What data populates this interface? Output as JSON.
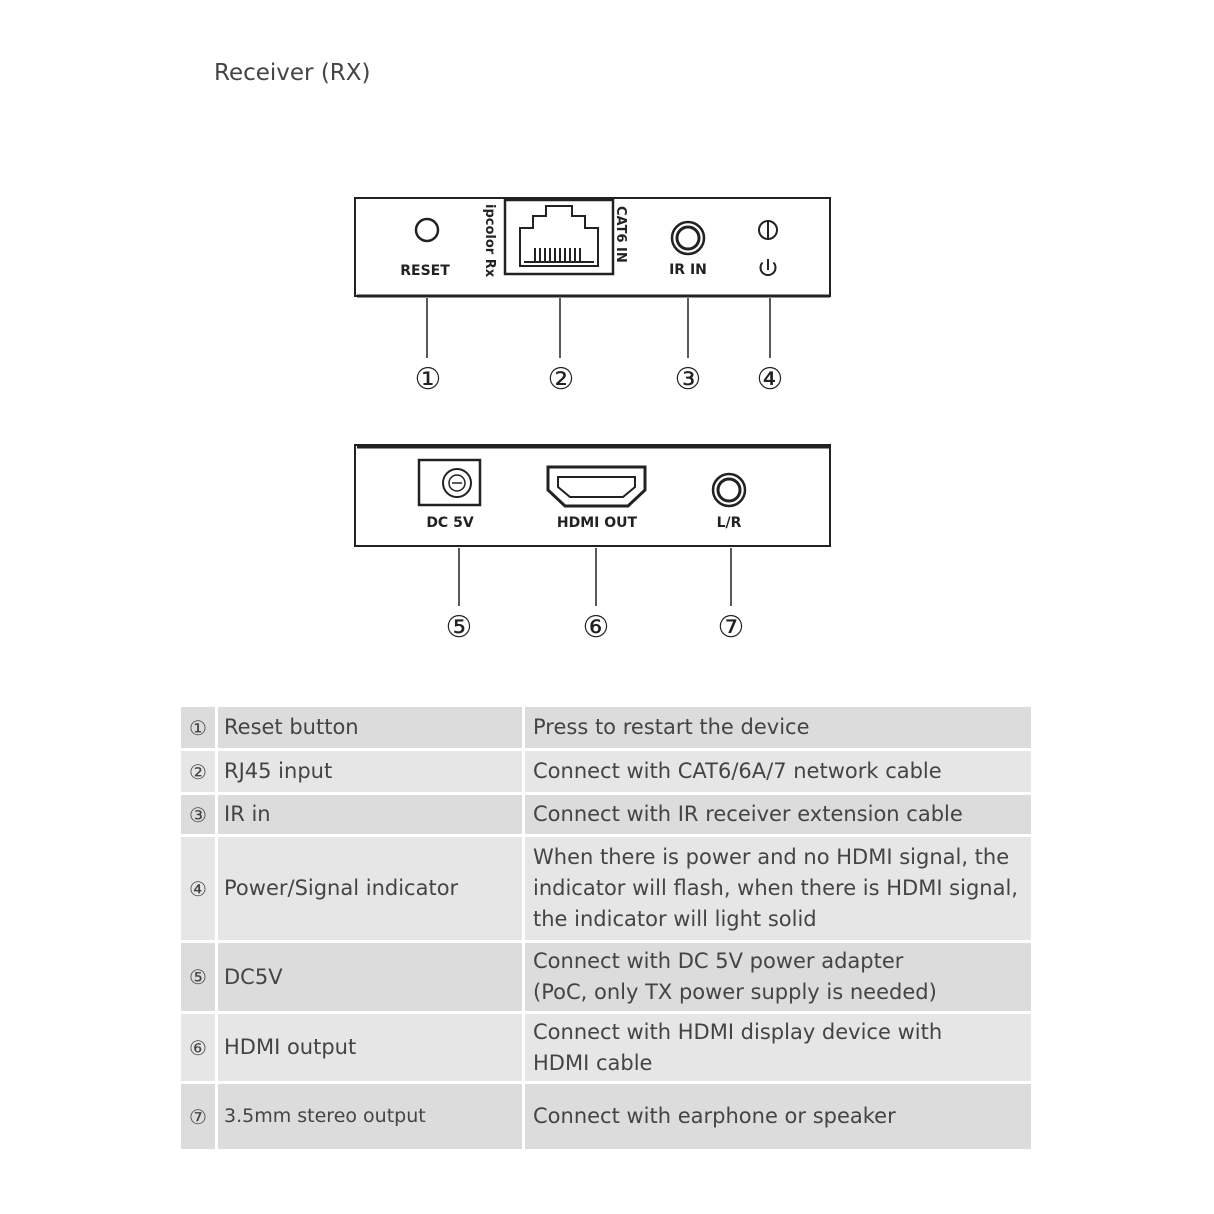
{
  "title": "Receiver (RX)",
  "top_panel": {
    "labels": {
      "reset": "RESET",
      "brand": "ipcolor Rx",
      "cat6": "CAT6 IN",
      "ir": "IR IN"
    },
    "callouts": [
      "①",
      "②",
      "③",
      "④"
    ]
  },
  "bottom_panel": {
    "labels": {
      "dc": "DC 5V",
      "hdmi": "HDMI OUT",
      "lr": "L/R"
    },
    "callouts": [
      "⑤",
      "⑥",
      "⑦"
    ]
  },
  "table": {
    "rows": [
      {
        "num": "①",
        "name": "Reset button",
        "desc": [
          "Press to restart the device"
        ]
      },
      {
        "num": "②",
        "name": "RJ45 input",
        "desc": [
          "Connect with CAT6/6A/7 network cable"
        ]
      },
      {
        "num": "③",
        "name": "IR in",
        "desc": [
          "Connect with IR receiver extension cable"
        ]
      },
      {
        "num": "④",
        "name": "Power/Signal indicator",
        "desc": [
          "When there is power and no HDMI signal, the",
          "indicator will flash, when there is HDMI signal,",
          "the indicator will light solid"
        ]
      },
      {
        "num": "⑤",
        "name": "DC5V",
        "desc": [
          "Connect with DC 5V power adapter",
          "(PoC, only TX power supply is needed)"
        ]
      },
      {
        "num": "⑥",
        "name": "HDMI output",
        "desc": [
          "Connect with HDMI display device with",
          "HDMI cable"
        ]
      },
      {
        "num": "⑦",
        "name": "3.5mm stereo output",
        "desc": [
          "Connect with earphone or speaker"
        ]
      }
    ]
  }
}
